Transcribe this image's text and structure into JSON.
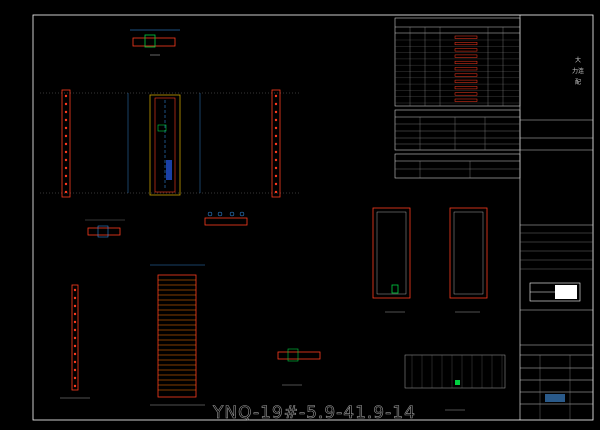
{
  "drawing": {
    "watermark": "YNQ-19#-5.9-41.9-14",
    "colors": {
      "background": "#000000",
      "frame": "#ffffff",
      "rebar": "#ff3b1f",
      "concrete": "#c8a000",
      "stirrup": "#ff7a00",
      "dimension": "#3aa0ff",
      "marker": "#00d040",
      "text": "#c8c8c8",
      "accent": "#00e0e0"
    },
    "title_block": {
      "vertical_text": [
        "大",
        "力连",
        "配"
      ]
    },
    "icons": [
      "section-view-icon",
      "dimension-marker-icon",
      "cross-section-icon"
    ]
  }
}
